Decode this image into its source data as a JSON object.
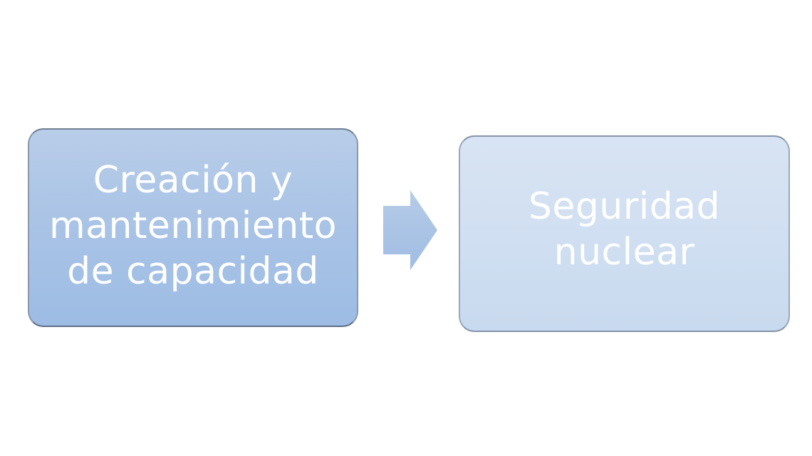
{
  "diagram": {
    "type": "process-flow",
    "steps": [
      {
        "label": "Creación y mantenimiento de capacidad",
        "lines": [
          "Creación y",
          "mantenimiento",
          "de capacidad"
        ],
        "fill_color": "#a9c3e6",
        "state": "active"
      },
      {
        "label": "Seguridad nuclear",
        "lines": [
          "Seguridad",
          "nuclear"
        ],
        "fill_color": "#d3e1f2",
        "state": "faded"
      }
    ],
    "connector": {
      "icon": "arrow-right-icon",
      "color": "#a9c3e6"
    }
  }
}
